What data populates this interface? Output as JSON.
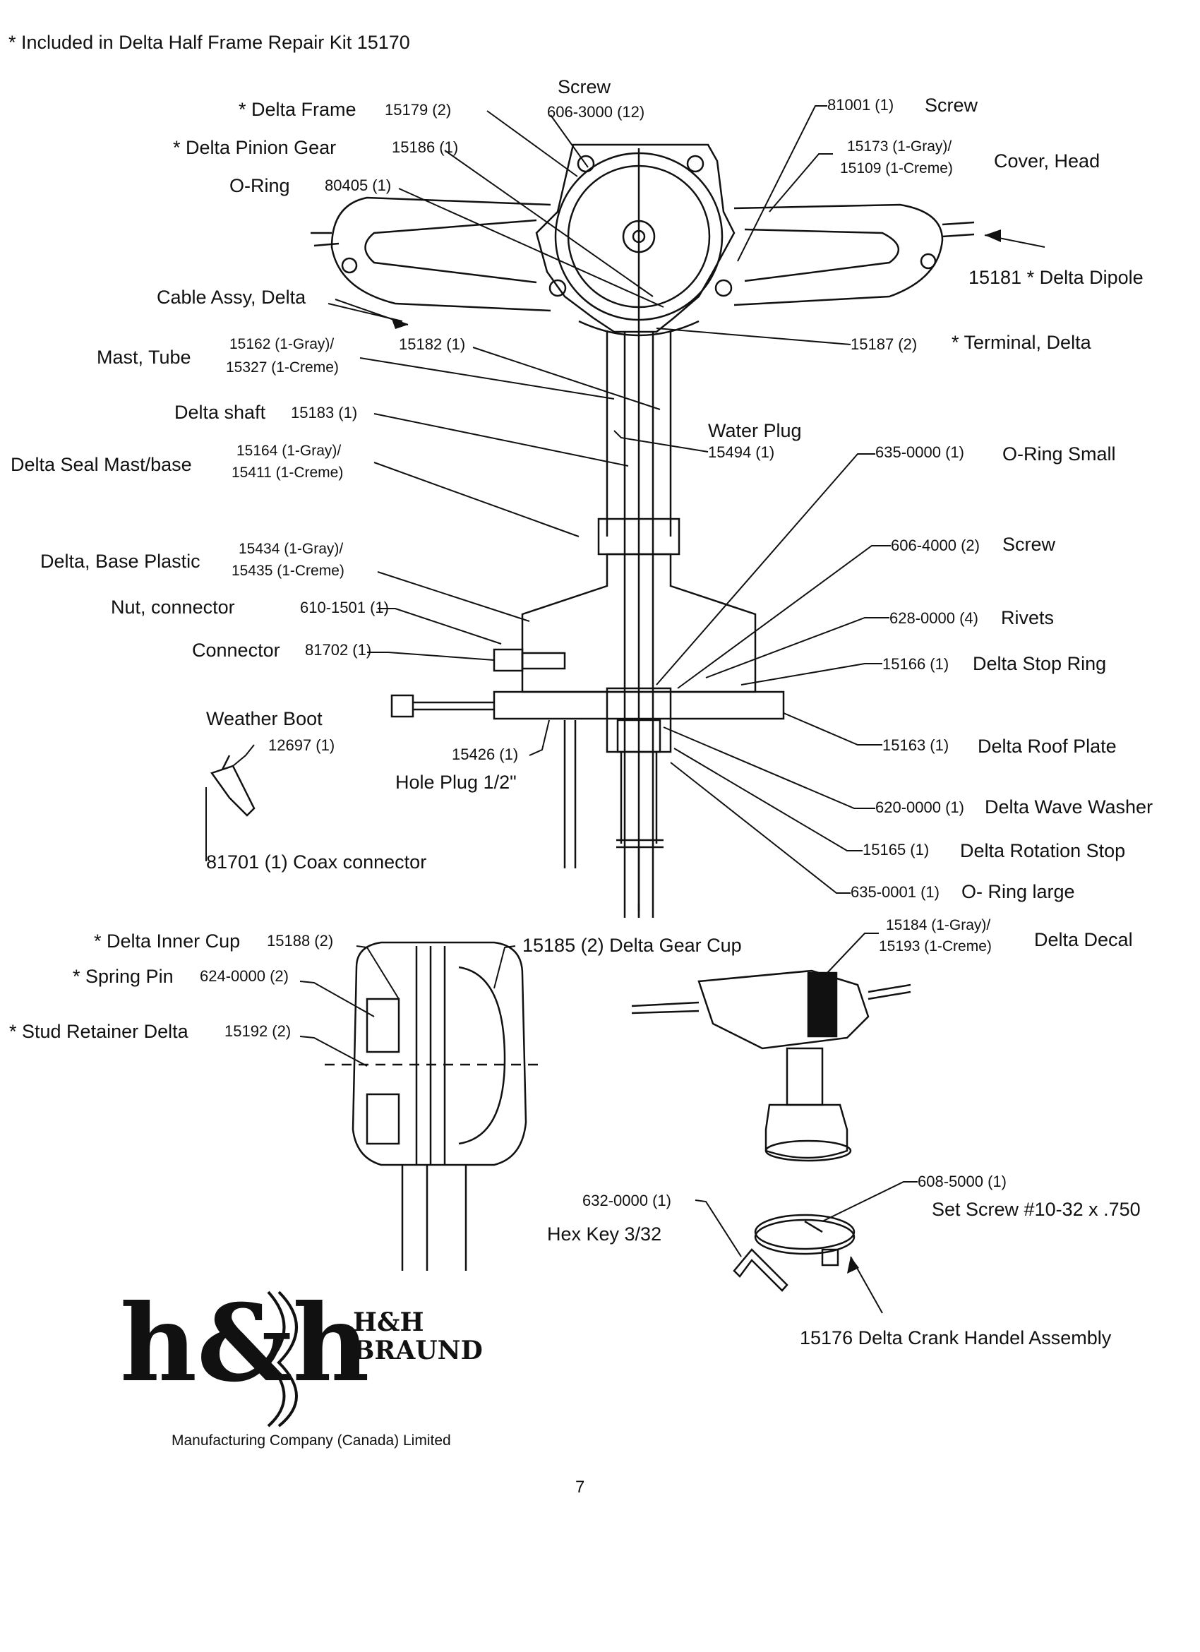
{
  "kit_note": "* Included in Delta Half Frame Repair Kit  15170",
  "parts": {
    "screw_top_label": "Screw",
    "screw_top_num": "606-3000 (12)",
    "delta_frame_label": "* Delta Frame",
    "delta_frame_num": "15179 (2)",
    "pinion_label": "* Delta Pinion Gear",
    "pinion_num": "15186 (1)",
    "oring_label": "O-Ring",
    "oring_num": "80405 (1)",
    "screw_right_num": "81001 (1)",
    "screw_right_label": "Screw",
    "cover_num_1": "15173 (1-Gray)/",
    "cover_num_2": "15109 (1-Creme)",
    "cover_label": "Cover, Head",
    "dipole": "15181  * Delta Dipole",
    "cable_label": "Cable Assy, Delta",
    "mast_label": "Mast, Tube",
    "mast_num_1": "15162 (1-Gray)/",
    "mast_num_2": "15327 (1-Creme)",
    "p15182": "15182 (1)",
    "terminal_num": "15187 (2)",
    "terminal_label": "* Terminal, Delta",
    "shaft_label": "Delta shaft",
    "shaft_num": "15183 (1)",
    "water_plug_label": "Water Plug",
    "water_plug_num": "15494 (1)",
    "seal_label": "Delta Seal Mast/base",
    "seal_num_1": "15164 (1-Gray)/",
    "seal_num_2": "15411 (1-Creme)",
    "oring_small_num": "635-0000 (1)",
    "oring_small_label": "O-Ring Small",
    "base_label": "Delta, Base Plastic",
    "base_num_1": "15434 (1-Gray)/",
    "base_num_2": "15435 (1-Creme)",
    "screw_mid_num": "606-4000 (2)",
    "screw_mid_label": "Screw",
    "nut_label": "Nut, connector",
    "nut_num": "610-1501 (1)",
    "rivets_num": "628-0000 (4)",
    "rivets_label": "Rivets",
    "connector_label": "Connector",
    "connector_num": "81702 (1)",
    "stop_ring_num": "15166 (1)",
    "stop_ring_label": "Delta Stop Ring",
    "weather_boot_label": "Weather Boot",
    "weather_boot_num": "12697 (1)",
    "hole_plug_num": "15426 (1)",
    "hole_plug_label": "Hole Plug 1/2\"",
    "roof_plate_num": "15163 (1)",
    "roof_plate_label": "Delta Roof Plate",
    "wave_washer_num": "620-0000 (1)",
    "wave_washer_label": "Delta Wave Washer",
    "coax_label": "81701 (1) Coax connector",
    "rotation_stop_num": "15165 (1)",
    "rotation_stop_label": "Delta Rotation Stop",
    "oring_large_num": "635-0001 (1)",
    "oring_large_label": "O- Ring large",
    "inner_cup_label": "* Delta Inner Cup",
    "inner_cup_num": "15188 (2)",
    "gear_cup": "15185 (2) Delta Gear Cup",
    "decal_num_1": "15184 (1-Gray)/",
    "decal_num_2": "15193 (1-Creme)",
    "decal_label": "Delta Decal",
    "spring_pin_label": "* Spring Pin",
    "spring_pin_num": "624-0000 (2)",
    "stud_label": "* Stud Retainer Delta",
    "stud_num": "15192 (2)",
    "set_screw_num": "608-5000 (1)",
    "set_screw_label": "Set Screw #10-32 x .750",
    "hex_num": "632-0000 (1)",
    "hex_label": "Hex Key 3/32",
    "crank": "15176  Delta Crank Handel Assembly"
  },
  "logo": {
    "line1": "H&H",
    "line2": "BRAUND",
    "tagline": "Manufacturing Company (Canada) Limited"
  },
  "page_number": "7"
}
